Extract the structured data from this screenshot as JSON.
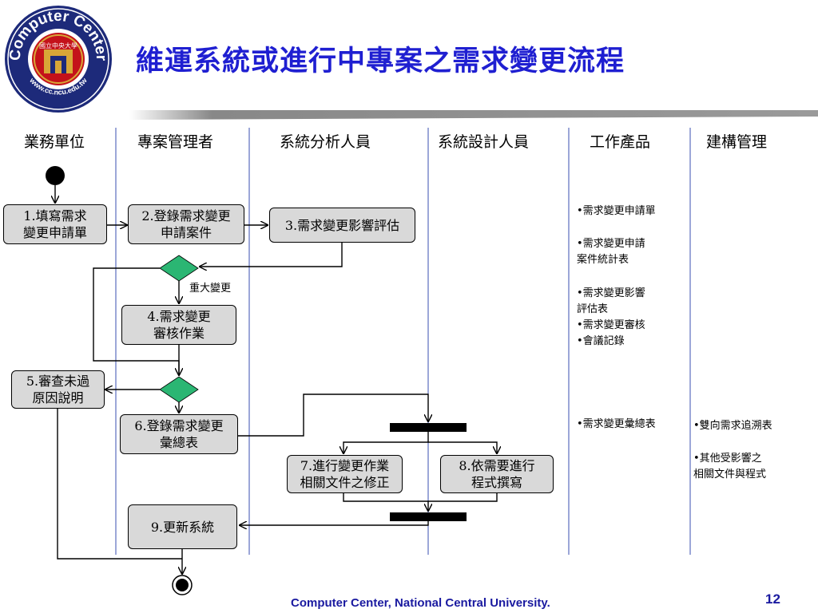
{
  "logo": {
    "top_text": "Computer Center",
    "bottom_text": "www.cc.ncu.edu.tw",
    "center_text": "國立中央大學",
    "colors": {
      "ring": "#1d2a7a",
      "inner": "#c4121a",
      "gold": "#d8a637"
    }
  },
  "title": "維運系統或進行中專案之需求變更流程",
  "lanes": [
    "業務單位",
    "專案管理者",
    "系統分析人員",
    "系統設計人員",
    "工作產品",
    "建構管理"
  ],
  "activities": {
    "a1": "1.填寫需求\n變更申請單",
    "a2": "2.登錄需求變更\n申請案件",
    "a3": "3.需求變更影響評估",
    "a4": "4.需求變更\n審核作業",
    "a5": "5.審查未過\n原因說明",
    "a6": "6.登錄需求變更\n彙總表",
    "a7": "7.進行變更作業\n相關文件之修正",
    "a8": "8.依需要進行\n程式撰寫",
    "a9": "9.更新系統"
  },
  "guard_label": "重大變更",
  "work_products": {
    "p1": "•需求變更申請單",
    "p2": "•需求變更申請\n案件統計表",
    "p3": "•需求變更影響\n評估表\n•需求變更審核\n•會議記錄",
    "p4": "•需求變更彙總表"
  },
  "config_mgmt": {
    "c1": "•雙向需求追溯表",
    "c2": "•其他受影響之\n相關文件與程式"
  },
  "footer": "Computer Center, National Central University.",
  "page_number": "12",
  "colors": {
    "title": "#1f1fd1",
    "diamond": "#2bb673",
    "lane_line": "#3a4fb0",
    "box_fill": "#d9d9d9"
  }
}
